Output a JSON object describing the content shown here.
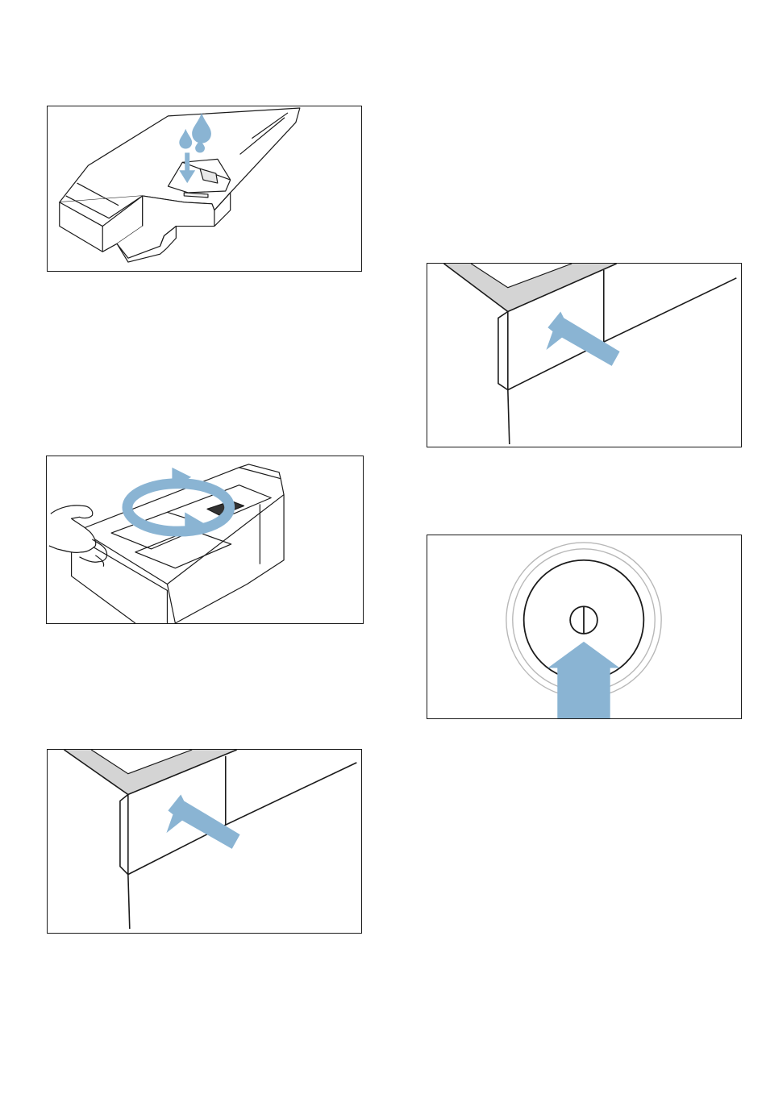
{
  "page": {
    "figures": [
      {
        "id": "fig-a",
        "name": "fill-pipette-figure",
        "icons": [
          "water-drop-icon",
          "down-arrow-icon"
        ]
      },
      {
        "id": "fig-b",
        "name": "clean-dispenser-figure",
        "icons": [
          "rotate-arrows-icon",
          "hand-icon"
        ]
      },
      {
        "id": "fig-c",
        "name": "push-in-drawer-figure",
        "icons": [
          "push-arrow-icon"
        ]
      },
      {
        "id": "fig-d",
        "name": "push-in-drawer-figure-2",
        "icons": [
          "push-arrow-icon"
        ]
      },
      {
        "id": "fig-e",
        "name": "power-button-figure",
        "icons": [
          "power-icon",
          "up-arrow-icon"
        ]
      }
    ],
    "colors": {
      "accent": "#8ab4d3",
      "line": "#1a1a1a",
      "trim": "#d4d4d4"
    }
  }
}
